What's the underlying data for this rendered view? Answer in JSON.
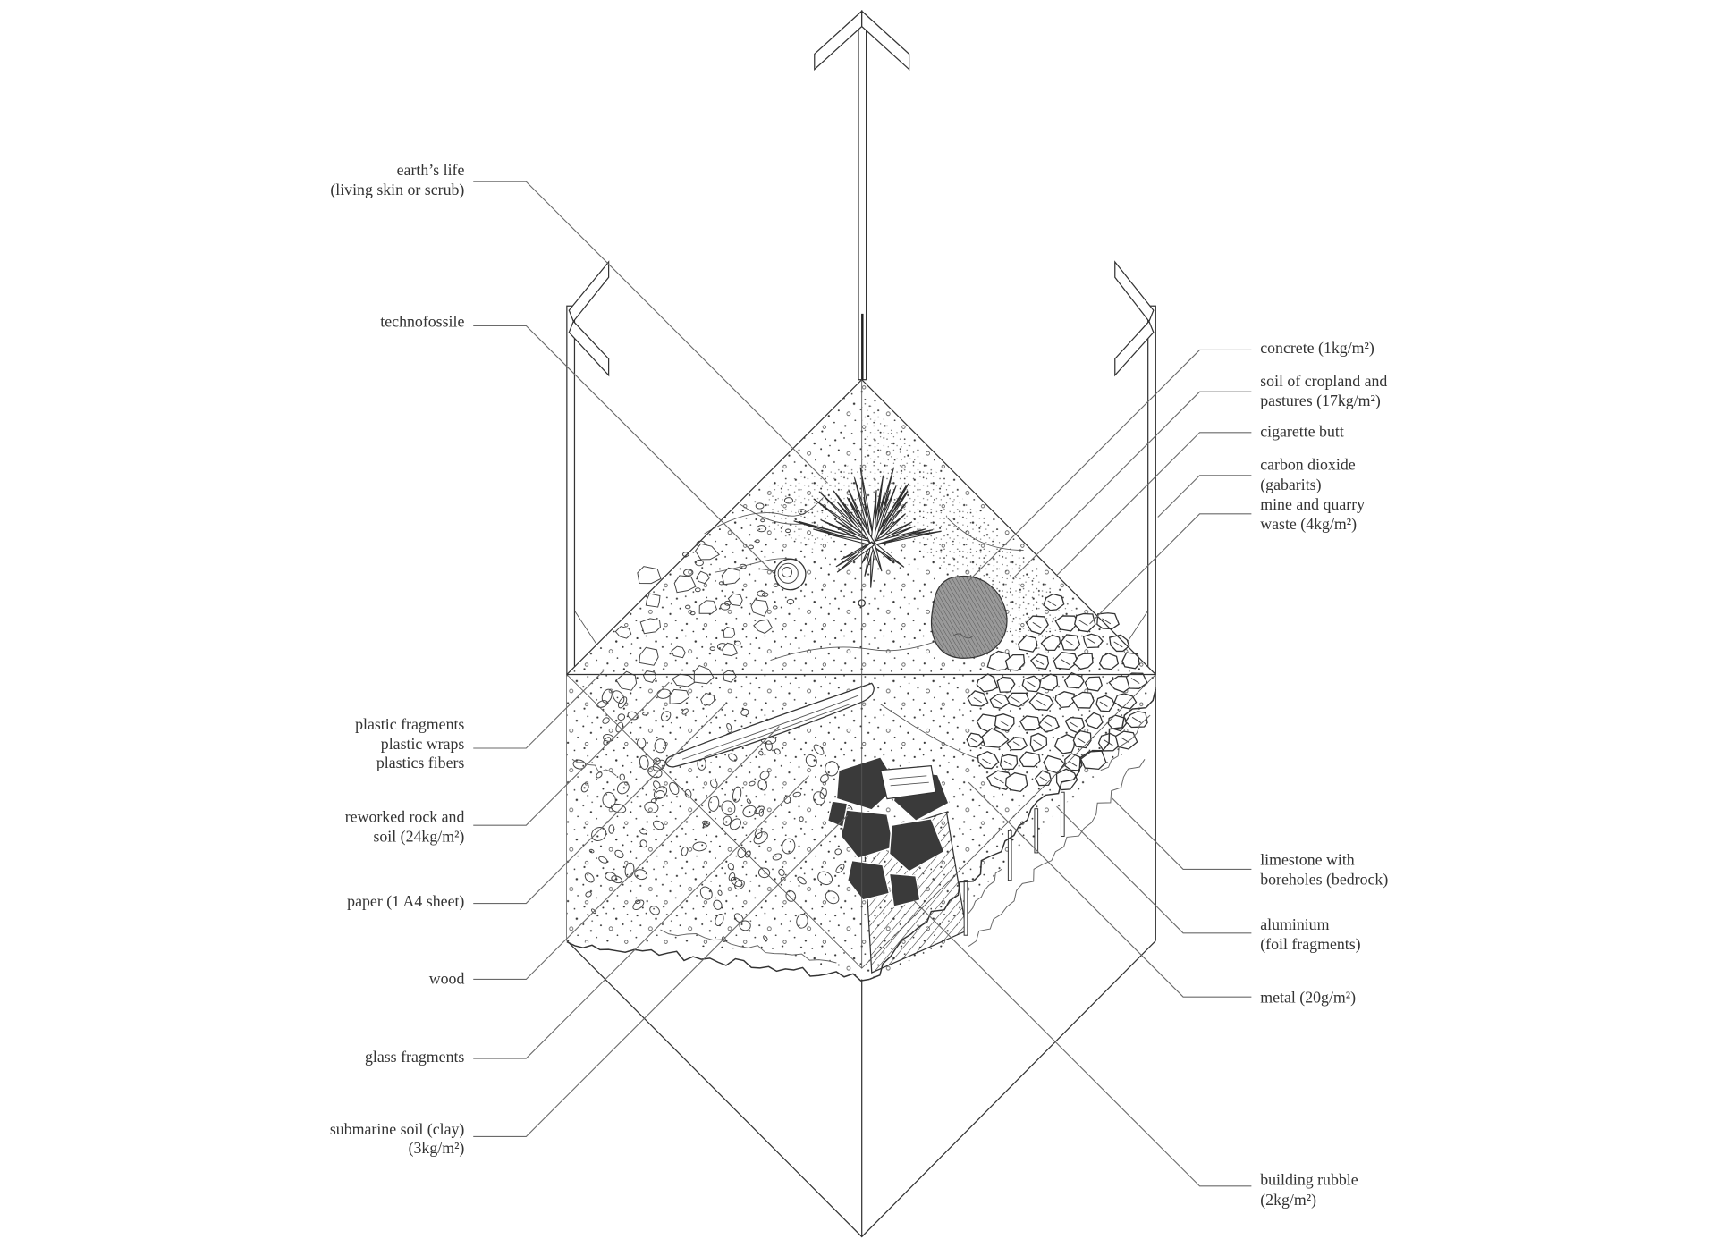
{
  "labels": {
    "left": [
      {
        "lines": [
          "earth’s life",
          "(living skin or scrub)"
        ]
      },
      {
        "lines": [
          "technofossile"
        ]
      },
      {
        "lines": [
          "plastic fragments",
          "plastic wraps",
          "plastics fibers"
        ]
      },
      {
        "lines": [
          "reworked rock and",
          "soil (24kg/m²)"
        ]
      },
      {
        "lines": [
          "paper (1 A4 sheet)"
        ]
      },
      {
        "lines": [
          "wood"
        ]
      },
      {
        "lines": [
          "glass fragments"
        ]
      },
      {
        "lines": [
          "submarine soil (clay)",
          "(3kg/m²)"
        ]
      }
    ],
    "right": [
      {
        "lines": [
          "concrete (1kg/m²)"
        ]
      },
      {
        "lines": [
          "soil of cropland and",
          "pastures (17kg/m²)"
        ]
      },
      {
        "lines": [
          "cigarette butt"
        ]
      },
      {
        "lines": [
          "carbon dioxide",
          "(gabarits)"
        ]
      },
      {
        "lines": [
          "mine and quarry",
          "waste (4kg/m²)"
        ]
      },
      {
        "lines": [
          "limestone with",
          "boreholes (bedrock)"
        ]
      },
      {
        "lines": [
          "aluminium",
          "(foil fragments)"
        ]
      },
      {
        "lines": [
          "metal (20g/m²)"
        ]
      },
      {
        "lines": [
          "building rubble",
          "(2kg/m²)"
        ]
      }
    ]
  },
  "colors": {
    "ink": "#333333",
    "leader": "#6a6a6a",
    "background": "#ffffff",
    "dark_rock": "#3a3a3a"
  }
}
